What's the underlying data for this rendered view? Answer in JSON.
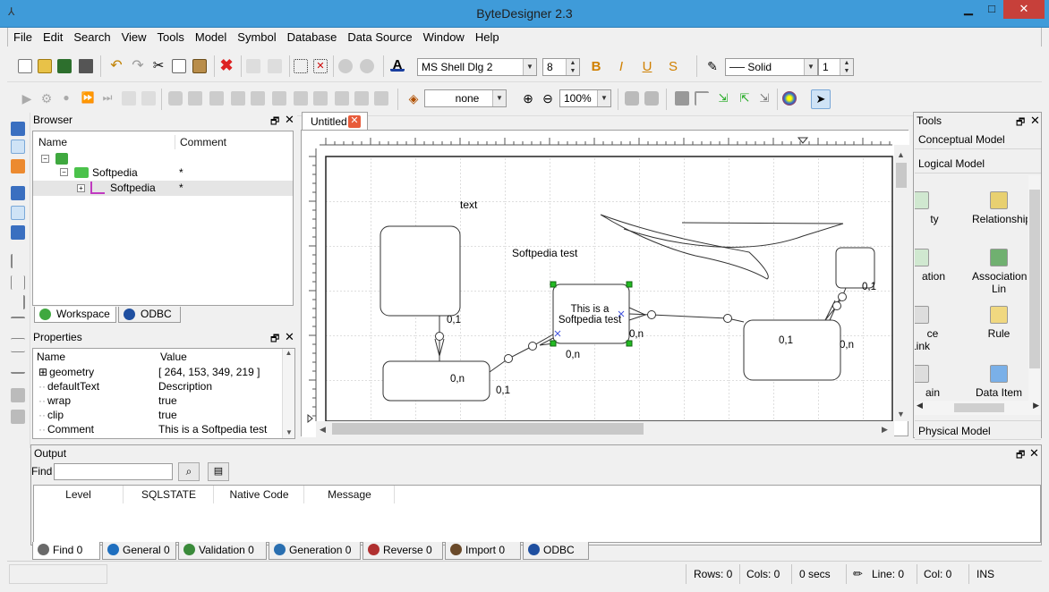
{
  "window": {
    "title": "ByteDesigner 2.3",
    "min_icon": "minimize-icon",
    "max_icon": "maximize-icon",
    "close_icon": "close-icon"
  },
  "menu": [
    "File",
    "Edit",
    "Search",
    "View",
    "Tools",
    "Model",
    "Symbol",
    "Database",
    "Data Source",
    "Window",
    "Help"
  ],
  "toolbar": {
    "font_name": "MS Shell Dlg 2",
    "font_size": "8",
    "line_style": "Solid",
    "line_width": "1",
    "fill": "none",
    "zoom": "100%"
  },
  "browser": {
    "title": "Browser",
    "col_name": "Name",
    "col_comment": "Comment",
    "tree": [
      {
        "label": "Softpedia",
        "comment": "*"
      },
      {
        "label": "Softpedia",
        "comment": "*"
      }
    ],
    "tabs": [
      "Workspace",
      "ODBC"
    ]
  },
  "properties": {
    "title": "Properties",
    "col_name": "Name",
    "col_value": "Value",
    "rows": [
      {
        "name": "geometry",
        "value": "[ 264, 153, 349, 219 ]"
      },
      {
        "name": "defaultText",
        "value": "Description"
      },
      {
        "name": "wrap",
        "value": "true"
      },
      {
        "name": "clip",
        "value": "true"
      },
      {
        "name": "Comment",
        "value": "This is a Softpedia test"
      }
    ]
  },
  "document": {
    "tab": "Untitled",
    "labels": {
      "text": "text",
      "softpedia_test": "Softpedia test",
      "selected_line1": "This is a",
      "selected_line2": "Softpedia test"
    },
    "cardinalities": {
      "c1": "0,1",
      "c2": "0,n",
      "c3": "0,1",
      "c4": "0,n",
      "c5": "0,n",
      "c6": "0,1",
      "c7": "0,n",
      "c8": "0,1"
    }
  },
  "tools": {
    "title": "Tools",
    "sections": [
      "Conceptual Model",
      "Logical Model",
      "Physical Model"
    ],
    "items": [
      {
        "label": "ty",
        "icon": "entity-icon"
      },
      {
        "label": "Relationship",
        "icon": "relationship-icon"
      },
      {
        "label": "ation",
        "icon": "association-icon"
      },
      {
        "label": "Association Lin",
        "icon": "association-link-icon"
      },
      {
        "label": "ce Link",
        "icon": "inheritance-link-icon"
      },
      {
        "label": "Rule",
        "icon": "rule-icon"
      },
      {
        "label": "ain",
        "icon": "domain-icon"
      },
      {
        "label": "Data Item",
        "icon": "data-item-icon"
      }
    ]
  },
  "output": {
    "title": "Output",
    "find_label": "Find",
    "find_value": "",
    "columns": [
      "Level",
      "SQLSTATE",
      "Native Code",
      "Message"
    ],
    "tabs": [
      {
        "label": "Find 0",
        "color": "#6a6a6a"
      },
      {
        "label": "General 0",
        "color": "#1f6fbf"
      },
      {
        "label": "Validation 0",
        "color": "#3a8a3a"
      },
      {
        "label": "Generation 0",
        "color": "#2a6fb0"
      },
      {
        "label": "Reverse 0",
        "color": "#b03030"
      },
      {
        "label": "Import 0",
        "color": "#6a4a2a"
      },
      {
        "label": "ODBC 0",
        "color": "#1f4fa0"
      }
    ]
  },
  "status": {
    "rows": "Rows: 0",
    "cols": "Cols: 0",
    "secs": "0 secs",
    "line": "Line: 0",
    "col": "Col: 0",
    "mode": "INS"
  },
  "colors": {
    "titlebar": "#3f9bd9",
    "selection_handle": "#22bb22",
    "close_tab": "#e85b3a"
  }
}
